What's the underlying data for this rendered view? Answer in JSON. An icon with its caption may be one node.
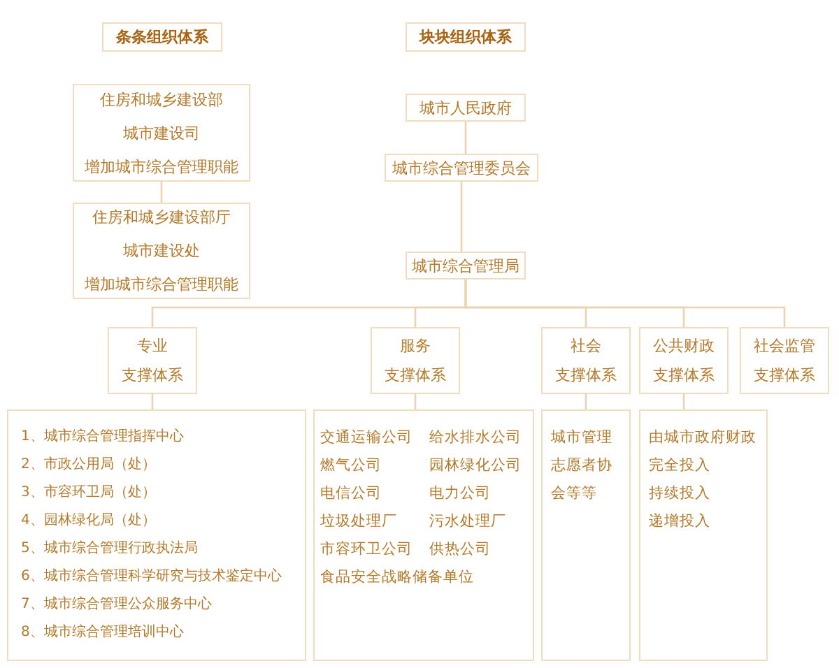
{
  "diagram": {
    "nodes": [
      {
        "text": [
          "条条组织体系"
        ]
      },
      {
        "text": [
          "块块组织体系"
        ]
      },
      {
        "text": [
          "住房和城乡建设部",
          "城市建设司",
          "增加城市综合管理职能"
        ]
      },
      {
        "text": [
          "住房和城乡建设部厅",
          "城市建设处",
          "增加城市综合管理职能"
        ]
      },
      {
        "text": [
          "城市人民政府"
        ]
      },
      {
        "text": [
          "城市综合管理委员会"
        ]
      },
      {
        "text": [
          "城市综合管理局"
        ]
      },
      {
        "text": [
          "专业",
          "支撑体系"
        ]
      },
      {
        "text": [
          "服务",
          "支撑体系"
        ]
      },
      {
        "text": [
          "社会",
          "支撑体系"
        ]
      },
      {
        "text": [
          "公共财政",
          "支撑体系"
        ]
      },
      {
        "text": [
          "社会监管",
          "支撑体系"
        ]
      },
      {
        "text": [
          "1、城市综合管理指挥中心",
          "2、市政公用局（处）",
          "3、市容环卫局（处）",
          "4、园林绿化局（处）",
          "5、城市综合管理行政执法局",
          "6、城市综合管理科学研究与技术鉴定中心",
          "7、城市综合管理公众服务中心",
          "8、城市综合管理培训中心"
        ]
      },
      {
        "text": [
          "交通运输公司",
          "给水排水公司",
          "燃气公司",
          "园林绿化公司",
          "电信公司",
          "电力公司",
          "垃圾处理厂",
          "污水处理厂",
          "市容环卫公司",
          "供热公司",
          "食品安全战略储备单位"
        ]
      },
      {
        "text": [
          "城市管理志愿者协会等等"
        ]
      },
      {
        "text": [
          "由城市政府财政完全投入",
          "持续投入",
          "递增投入"
        ]
      }
    ],
    "edges": [
      {
        "from": 2,
        "to": 3,
        "arrow": "none"
      },
      {
        "from": 4,
        "to": 5,
        "arrow": "none"
      },
      {
        "from": 5,
        "to": 6,
        "arrow": "none"
      },
      {
        "from": 6,
        "to": 7,
        "arrow": "none"
      },
      {
        "from": 6,
        "to": 8,
        "arrow": "none"
      },
      {
        "from": 6,
        "to": 9,
        "arrow": "none"
      },
      {
        "from": 6,
        "to": 10,
        "arrow": "none"
      },
      {
        "from": 6,
        "to": 11,
        "arrow": "none"
      },
      {
        "from": 7,
        "to": 12,
        "arrow": "none"
      },
      {
        "from": 8,
        "to": 13,
        "arrow": "none"
      },
      {
        "from": 9,
        "to": 14,
        "arrow": "none"
      },
      {
        "from": 10,
        "to": 15,
        "arrow": "none"
      }
    ]
  }
}
